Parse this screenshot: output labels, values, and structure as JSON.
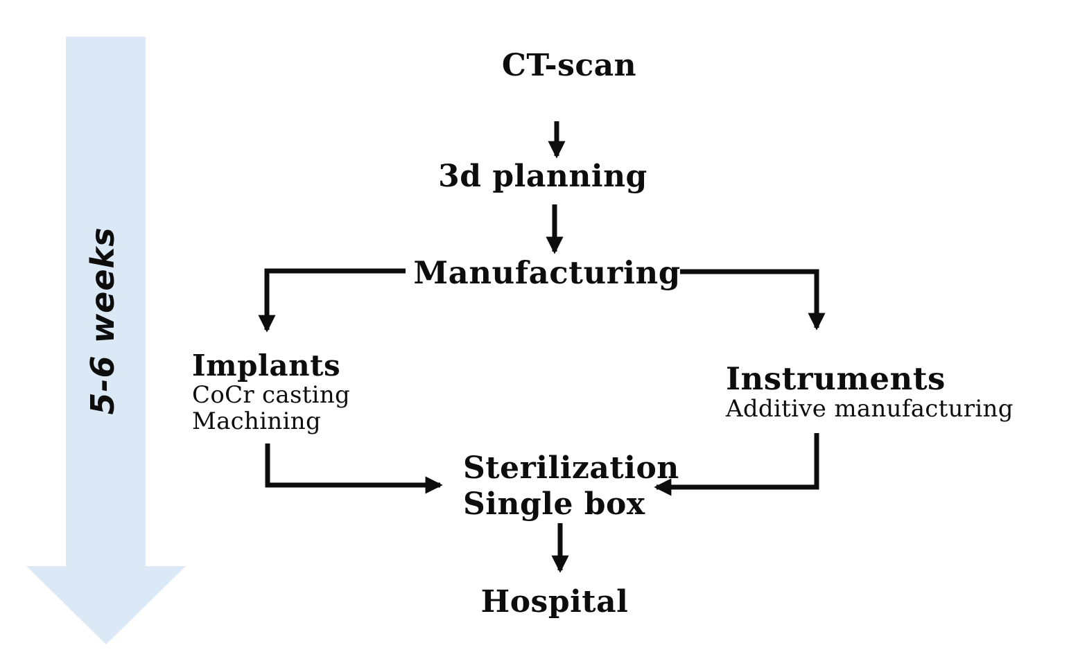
{
  "diagram": {
    "timeline_label": "5-6 weeks",
    "nodes": {
      "ct_scan": "CT-scan",
      "planning": "3d planning",
      "manufacturing": "Manufacturing",
      "implants": {
        "title": "Implants",
        "details": [
          "CoCr casting",
          "Machining"
        ]
      },
      "instruments": {
        "title": "Instruments",
        "details": [
          "Additive manufacturing"
        ]
      },
      "sterilization": {
        "lines": [
          "Sterilization",
          "Single box"
        ]
      },
      "hospital": "Hospital"
    },
    "colors": {
      "arrow_fill": "#dbe8f5",
      "line": "#0d0d0d",
      "text": "#0d0d0d"
    }
  }
}
